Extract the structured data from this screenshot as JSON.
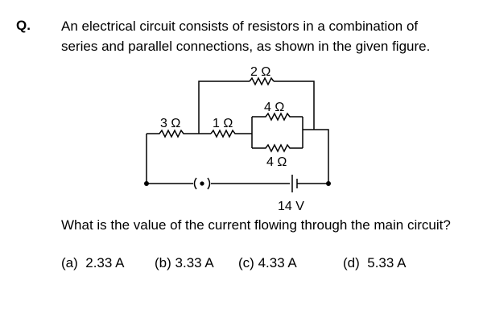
{
  "question": {
    "label": "Q.",
    "text": "An electrical circuit consists of resistors in a combination of\nseries and parallel connections, as shown in the given figure.",
    "ask": "What is the value of the current flowing through the main circuit?"
  },
  "figure": {
    "r_top": "2 Ω",
    "r_left": "3 Ω",
    "r_mid": "1 Ω",
    "r_parallel_top": "4 Ω",
    "r_parallel_bottom": "4 Ω",
    "battery": "14 V"
  },
  "options": [
    {
      "label": "(a)",
      "value": "2.33 A"
    },
    {
      "label": "(b)",
      "value": "3.33 A"
    },
    {
      "label": "(c)",
      "value": "4.33 A"
    },
    {
      "label": "(d)",
      "value": "5.33 A"
    }
  ]
}
